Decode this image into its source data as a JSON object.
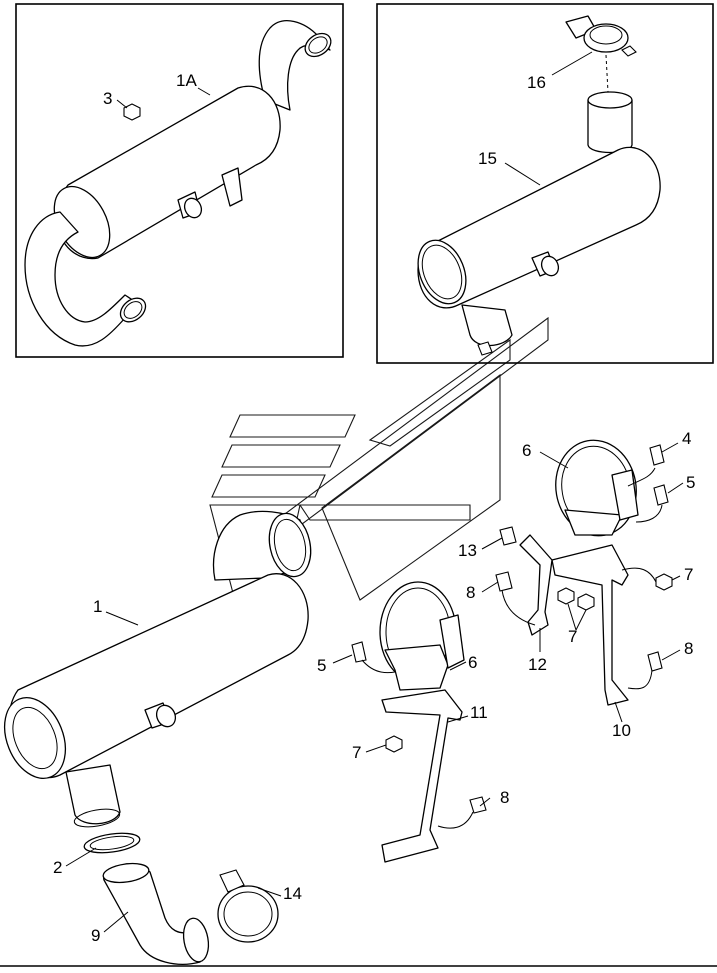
{
  "labels": {
    "inset_a": {
      "part_1a": "1A",
      "part_3": "3"
    },
    "inset_b": {
      "part_16": "16",
      "part_15": "15"
    },
    "main": {
      "part_1": "1",
      "part_2": "2",
      "part_9": "9",
      "part_14": "14",
      "part_13": "13",
      "part_8_a": "8",
      "part_8_b": "8",
      "part_8_c": "8",
      "part_5_a": "5",
      "part_5_b": "5",
      "part_6_a": "6",
      "part_6_b": "6",
      "part_7_a": "7",
      "part_7_b": "7",
      "part_7_c": "7",
      "part_4": "4",
      "part_12": "12",
      "part_10": "10",
      "part_11": "11"
    }
  }
}
